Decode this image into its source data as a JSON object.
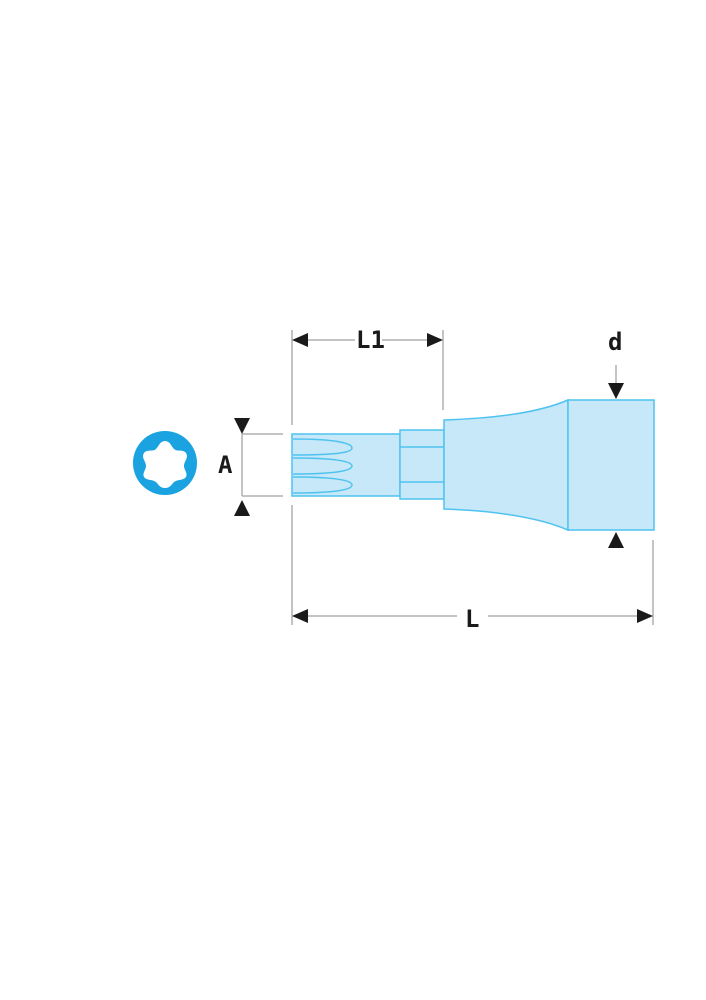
{
  "diagram": {
    "title": "Torx socket bit dimension drawing",
    "labels": {
      "A": "A",
      "L1": "L1",
      "d": "d",
      "L": "L"
    },
    "icons": {
      "profile": "torx-star-icon"
    },
    "colors": {
      "fill": "#c6e8f8",
      "stroke": "#4fc3ef",
      "torx": "#1aa3e0",
      "dim_line": "#b0b0b0",
      "arrow": "#1a1a1a"
    }
  }
}
